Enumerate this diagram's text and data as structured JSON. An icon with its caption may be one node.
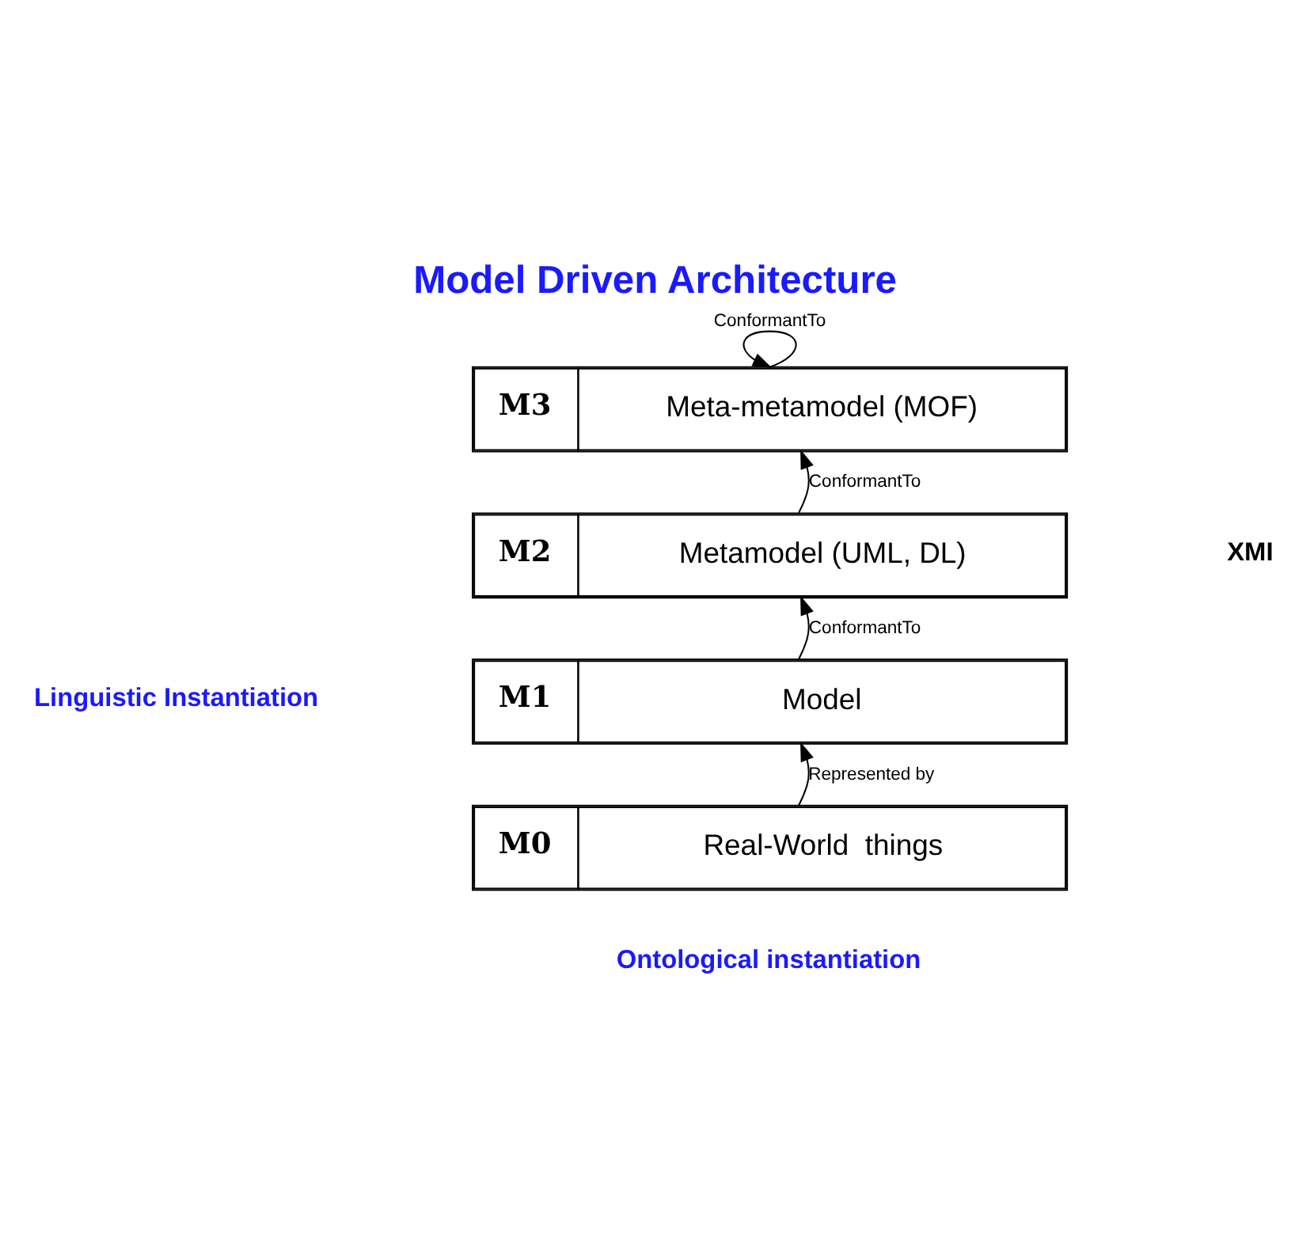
{
  "diagram": {
    "title": "Model Driven Architecture",
    "nodes": [
      {
        "text": [
          "M3",
          "Meta-metamodel (MOF)"
        ]
      },
      {
        "text": [
          "M2",
          "Metamodel (UML, DL)"
        ]
      },
      {
        "text": [
          "M1",
          "Model"
        ]
      },
      {
        "text": [
          "M0",
          "Real-World  things"
        ]
      }
    ],
    "edges": [
      {
        "from": 0,
        "to": 0,
        "arrow": "to",
        "label": "ConformantTo"
      },
      {
        "from": 1,
        "to": 0,
        "arrow": "to",
        "label": "ConformantTo"
      },
      {
        "from": 2,
        "to": 1,
        "arrow": "to",
        "label": "ConformantTo"
      },
      {
        "from": 3,
        "to": 2,
        "arrow": "to",
        "label": "Represented by"
      }
    ],
    "labels": [
      "XMI",
      "Linguistic Instantiation",
      "Ontological instantiation"
    ]
  }
}
